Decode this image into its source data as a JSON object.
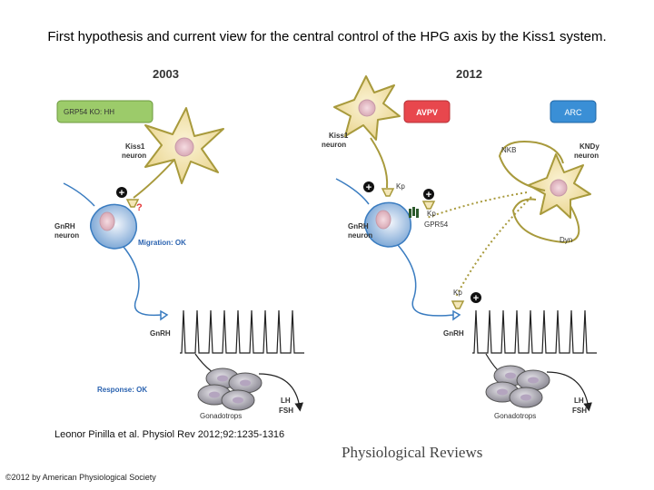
{
  "title": "First hypothesis and current view for the central control of the HPG axis by the Kiss1 system.",
  "panel_2003": {
    "year": "2003",
    "box_label": "GRP54 KO: HH",
    "kiss1_label_1": "Kiss1",
    "kiss1_label_2": "neuron",
    "question_mark": "?",
    "gnrh_label_1": "GnRH",
    "gnrh_label_2": "neuron",
    "migration": "Migration: OK",
    "gnrh_terminal": "GnRH",
    "response": "Response: OK",
    "lh": "LH",
    "fsh": "FSH",
    "gonadotrops": "Gonadotrops"
  },
  "panel_2012": {
    "year": "2012",
    "avpv_label": "AVPV",
    "arc_label": "ARC",
    "kiss1_label_1": "Kiss1",
    "kiss1_label_2": "neuron",
    "nkb": "NKB",
    "kndy_1": "KNDy",
    "kndy_2": "neuron",
    "kp_1": "Kp",
    "kp_2": "Kp",
    "kp_3": "Kp",
    "gpr54": "GPR54",
    "dyn": "Dyn",
    "gnrh_label_1": "GnRH",
    "gnrh_label_2": "neuron",
    "gnrh_terminal": "GnRH",
    "lh": "LH",
    "fsh": "FSH",
    "gonadotrops": "Gonadotrops"
  },
  "plus_sign": "+",
  "citation": "Leonor Pinilla et al. Physiol Rev 2012;92:1235-1316",
  "journal": "Physiological Reviews",
  "copyright": "©2012 by American Physiological Society",
  "colors": {
    "olive": "#a89a3c",
    "neuron_fill": "#f4e7b8",
    "gnrh_blue": "#3a7cc0",
    "avpv_red": "#e8474d",
    "arc_blue": "#3a8fd6",
    "box_green": "#9ccb6a"
  }
}
